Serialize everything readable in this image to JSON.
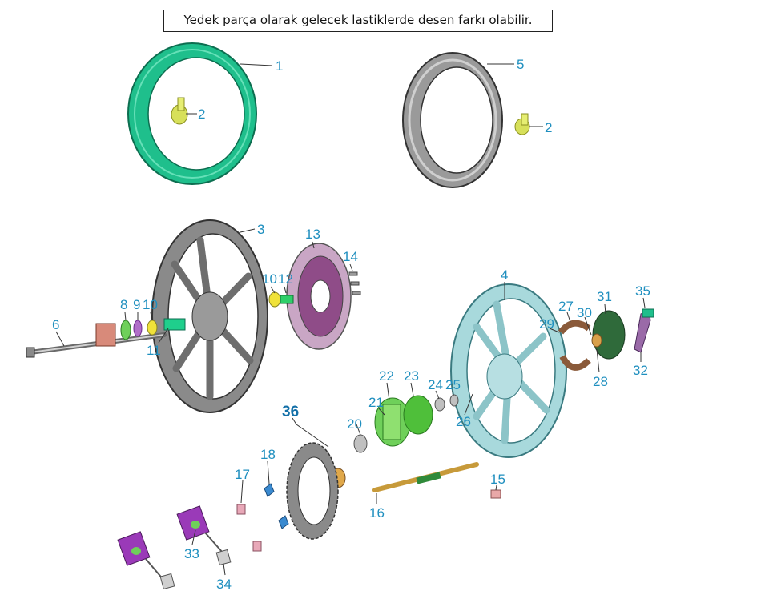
{
  "notice": "Yedek parça olarak gelecek lastiklerde desen farkı olabilir.",
  "callouts": [
    "1",
    "2",
    "2",
    "5",
    "3",
    "13",
    "14",
    "10",
    "12",
    "8",
    "9",
    "10",
    "6",
    "11",
    "4",
    "27",
    "31",
    "35",
    "29",
    "30",
    "28",
    "32",
    "22",
    "23",
    "24",
    "25",
    "21",
    "26",
    "20",
    "36",
    "18",
    "17",
    "15",
    "16",
    "33",
    "34"
  ],
  "colors": {
    "tube_green": "#1fbf8c",
    "tire_gray": "#8a8a8a",
    "rim_front": "#7a7a7a",
    "rim_rear": "#9fd2d6",
    "disc": "#b07aa8",
    "hub_green": "#6fd05a",
    "label_blue": "#1f8fbf"
  }
}
